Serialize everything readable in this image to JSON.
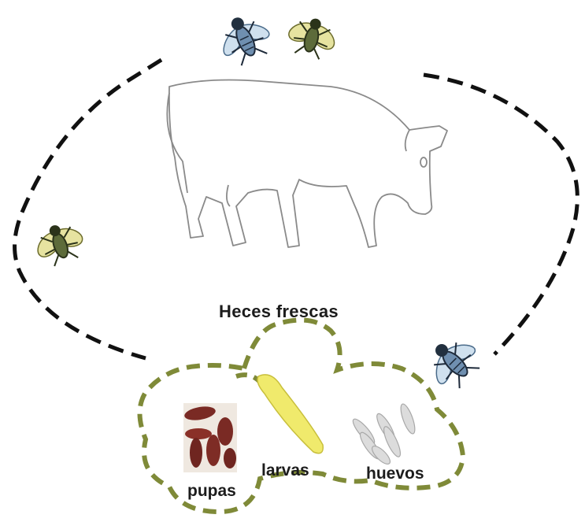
{
  "labels": {
    "heces": "Heces frescas",
    "pupas": "pupas",
    "larvas": "larvas",
    "huevos": "huevos"
  },
  "colors": {
    "cycle_dash": "#111111",
    "heces_outline": "#7f8a38",
    "cow_outline": "#8a8a8a",
    "fly_body_blue": "#6f8fb0",
    "fly_body_green": "#5d6b3a",
    "fly_wing_yellow": "#e6e3a0",
    "pupa": "#7a2a24",
    "larva": "#f0ea6c",
    "egg": "#dcdcdc"
  },
  "icons": [
    "cow-outline-drawing",
    "fly-icon",
    "pupae-photo",
    "larva-icon",
    "eggs-icon"
  ]
}
